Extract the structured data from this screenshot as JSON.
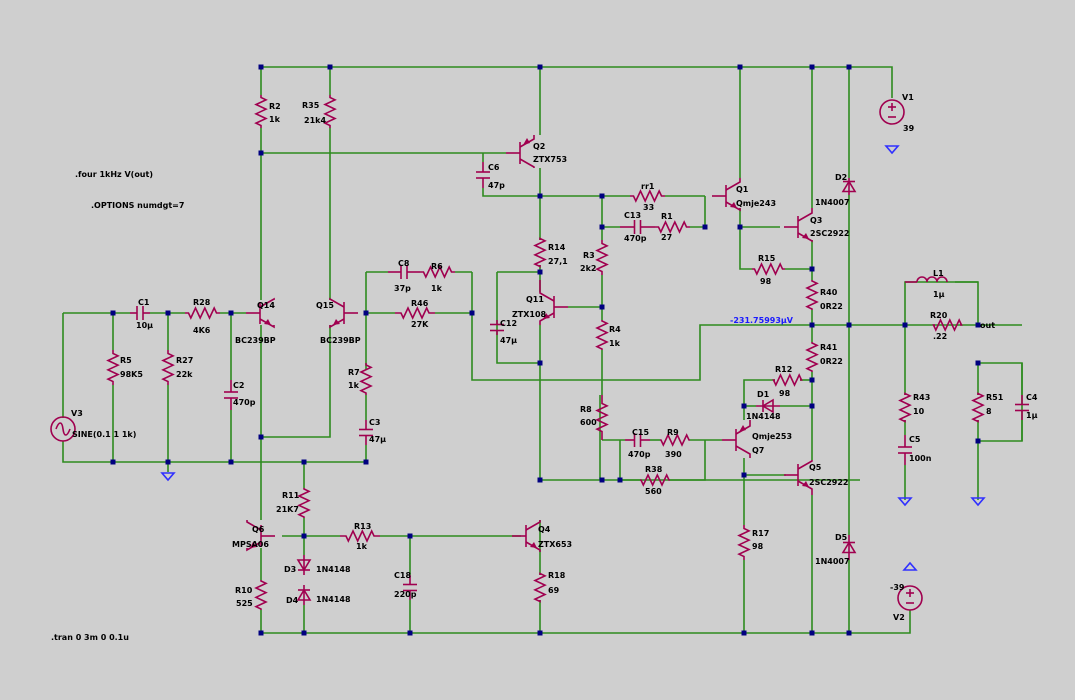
{
  "directives": {
    "four": ".four 1kHz V(out)",
    "options": ".OPTIONS numdgt=7",
    "tran": ".tran 0 3m 0 0.1u"
  },
  "probe": "-231.75993µV",
  "net_out": "out",
  "components": {
    "V1": {
      "name": "V1",
      "value": "39"
    },
    "V2": {
      "name": "V2",
      "value": "-39"
    },
    "V3": {
      "name": "V3",
      "value": "SINE(0.1 1 1k)"
    },
    "C1": {
      "name": "C1",
      "value": "10µ"
    },
    "C2": {
      "name": "C2",
      "value": "470p"
    },
    "C3": {
      "name": "C3",
      "value": "47µ"
    },
    "C4": {
      "name": "C4",
      "value": "1µ"
    },
    "C5": {
      "name": "C5",
      "value": "100n"
    },
    "C6": {
      "name": "C6",
      "value": "47p"
    },
    "C8": {
      "name": "C8",
      "value": "37p"
    },
    "C12": {
      "name": "C12",
      "value": "47µ"
    },
    "C13": {
      "name": "C13",
      "value": "470p"
    },
    "C15": {
      "name": "C15",
      "value": "470p"
    },
    "C18": {
      "name": "C18",
      "value": "220p"
    },
    "R1": {
      "name": "R1",
      "value": "27"
    },
    "R2": {
      "name": "R2",
      "value": "1k"
    },
    "R3": {
      "name": "R3",
      "value": "2k2"
    },
    "R4": {
      "name": "R4",
      "value": "1k"
    },
    "R5": {
      "name": "R5",
      "value": "98K5"
    },
    "R6": {
      "name": "R6",
      "value": "1k"
    },
    "R7": {
      "name": "R7",
      "value": "1k"
    },
    "R8": {
      "name": "R8",
      "value": "600"
    },
    "R9": {
      "name": "R9",
      "value": "390"
    },
    "R10": {
      "name": "R10",
      "value": "525"
    },
    "R11": {
      "name": "R11",
      "value": "21K7"
    },
    "R12": {
      "name": "R12",
      "value": "98"
    },
    "R13": {
      "name": "R13",
      "value": "1k"
    },
    "R14": {
      "name": "R14",
      "value": "27,1"
    },
    "R15": {
      "name": "R15",
      "value": "98"
    },
    "R17": {
      "name": "R17",
      "value": "98"
    },
    "R18": {
      "name": "R18",
      "value": "69"
    },
    "R20": {
      "name": "R20",
      "value": ".22"
    },
    "R27": {
      "name": "R27",
      "value": "22k"
    },
    "R28": {
      "name": "R28",
      "value": "4K6"
    },
    "R35": {
      "name": "R35",
      "value": "21k4"
    },
    "R38": {
      "name": "R38",
      "value": "560"
    },
    "R40": {
      "name": "R40",
      "value": "0R22"
    },
    "R41": {
      "name": "R41",
      "value": "0R22"
    },
    "R43": {
      "name": "R43",
      "value": "10"
    },
    "R46": {
      "name": "R46",
      "value": "27K"
    },
    "R51": {
      "name": "R51",
      "value": "8"
    },
    "rr1": {
      "name": "rr1",
      "value": "33"
    },
    "L1": {
      "name": "L1",
      "value": "1µ"
    },
    "Q1": {
      "name": "Q1",
      "value": "Qmje243"
    },
    "Q2": {
      "name": "Q2",
      "value": "ZTX753"
    },
    "Q3": {
      "name": "Q3",
      "value": "2SC2922"
    },
    "Q4": {
      "name": "Q4",
      "value": "ZTX653"
    },
    "Q5": {
      "name": "Q5",
      "value": "2SC2922"
    },
    "Q6": {
      "name": "Q6",
      "value": "MPSA06"
    },
    "Q7": {
      "name": "Q7",
      "value": "Qmje253"
    },
    "Q11": {
      "name": "Q11",
      "value": "ZTX108"
    },
    "Q14": {
      "name": "Q14",
      "value": "BC239BP"
    },
    "Q15": {
      "name": "Q15",
      "value": "BC239BP"
    },
    "D1": {
      "name": "D1",
      "value": "1N4148"
    },
    "D2": {
      "name": "D2",
      "value": "1N4007"
    },
    "D3": {
      "name": "D3",
      "value": "1N4148"
    },
    "D4": {
      "name": "D4",
      "value": "1N4148"
    },
    "D5": {
      "name": "D5",
      "value": "1N4007"
    }
  }
}
